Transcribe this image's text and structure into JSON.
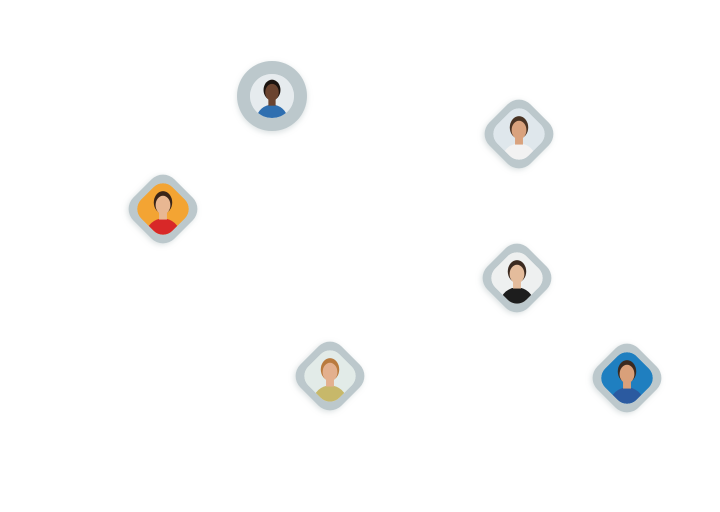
{
  "avatars": [
    {
      "id": "avatar-1",
      "bg": "#e6ebee",
      "skin": "#6b4430",
      "hair": "#1c1410",
      "shirt": "#2f6fb0",
      "shape": "round"
    },
    {
      "id": "avatar-2",
      "bg": "#dfe7ec",
      "skin": "#d9a27d",
      "hair": "#4a3424",
      "shirt": "#f2f2f2",
      "shape": "diamond"
    },
    {
      "id": "avatar-3",
      "bg": "#f3a433",
      "skin": "#e8b792",
      "hair": "#3a2518",
      "shirt": "#d82828",
      "shape": "diamond"
    },
    {
      "id": "avatar-4",
      "bg": "#eef0f0",
      "skin": "#e4bc9c",
      "hair": "#3b2a20",
      "shirt": "#1d1d1d",
      "shape": "diamond"
    },
    {
      "id": "avatar-5",
      "bg": "#e2ebe8",
      "skin": "#e3b08e",
      "hair": "#b97b3e",
      "shirt": "#c7b86a",
      "shape": "diamond"
    },
    {
      "id": "avatar-6",
      "bg": "#1f7fc0",
      "skin": "#d9a07a",
      "hair": "#3a2a20",
      "shirt": "#2b5aa0",
      "shape": "diamond"
    }
  ],
  "frame_color": "#bcc8cc"
}
